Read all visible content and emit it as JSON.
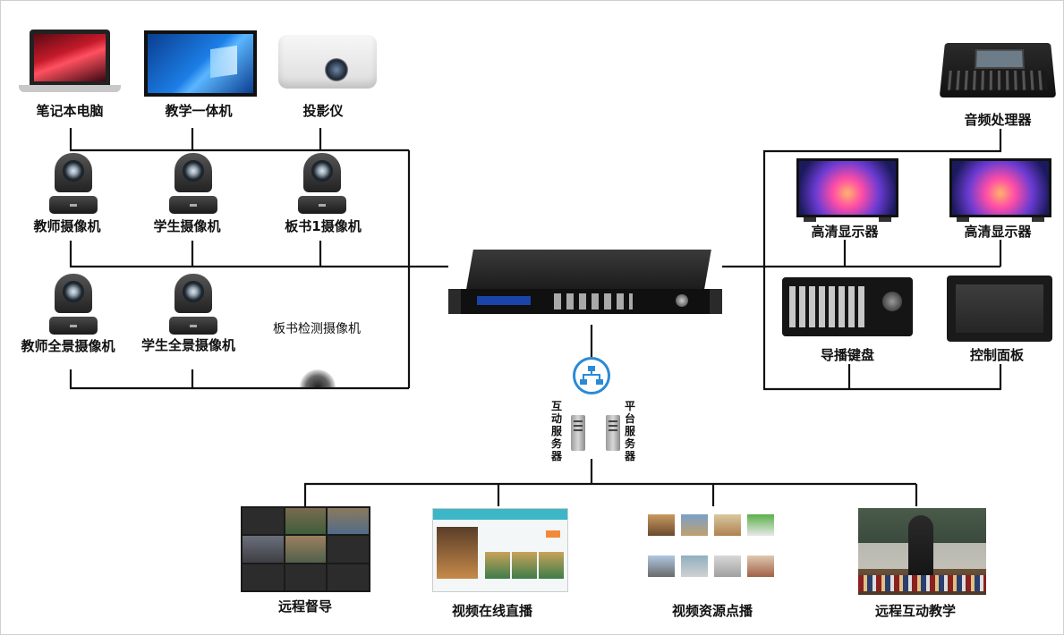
{
  "labels": {
    "laptop": "笔记本电脑",
    "aio": "教学一体机",
    "projector": "投影仪",
    "teacher_cam": "教师摄像机",
    "student_cam": "学生摄像机",
    "board_cam": "板书1摄像机",
    "teacher_pano_cam": "教师全景摄像机",
    "student_pano_cam": "学生全景摄像机",
    "board_detect_cam": "板书检测摄像机",
    "audio_processor": "音频处理器",
    "hd_display_1": "高清显示器",
    "hd_display_2": "高清显示器",
    "director_keyboard": "导播键盘",
    "control_panel": "控制面板",
    "interactive_server": "互动服务器",
    "platform_server": "平台服务器",
    "remote_supervision": "远程督导",
    "live_streaming": "视频在线直播",
    "vod": "视频资源点播",
    "remote_teaching": "远程互动教学"
  },
  "icons": {
    "laptop": "laptop-icon",
    "aio": "all-in-one-icon",
    "projector": "projector-icon",
    "camera": "ptz-camera-icon",
    "mixer": "audio-mixer-icon",
    "display": "tv-display-icon",
    "keyboard": "director-keyboard-icon",
    "panel": "control-panel-icon",
    "host": "recording-host-icon",
    "hub": "network-hub-icon",
    "server": "server-icon"
  },
  "colors": {
    "line": "#111111",
    "hub": "#2b8ad6"
  }
}
